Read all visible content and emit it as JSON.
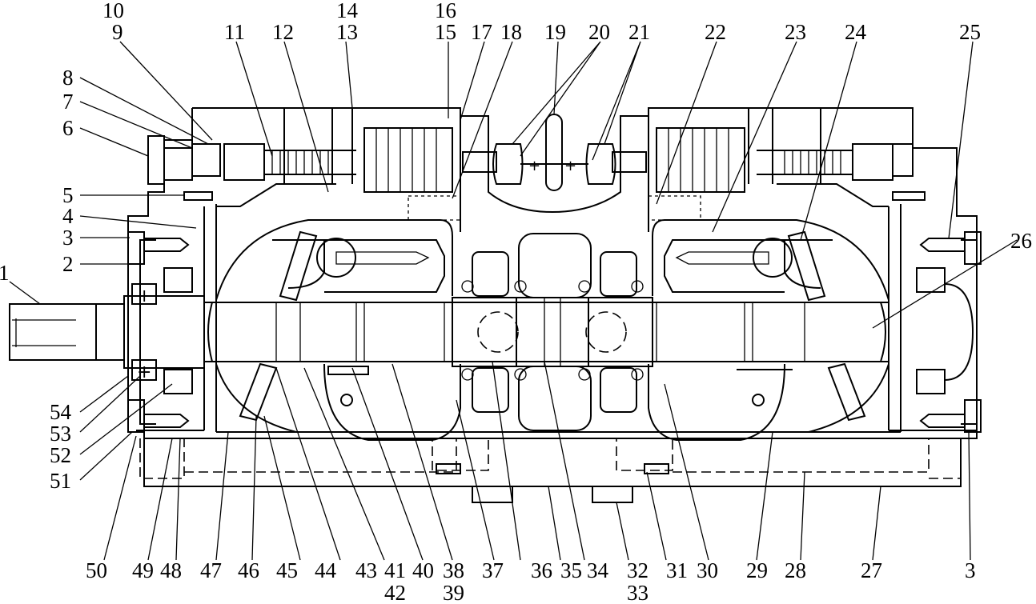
{
  "diagram": {
    "labels": {
      "l1": "1",
      "l2": "2",
      "l3": "3",
      "l3b": "3",
      "l4": "4",
      "l5": "5",
      "l6": "6",
      "l7": "7",
      "l8": "8",
      "l9": "9",
      "l10": "10",
      "l11": "11",
      "l12": "12",
      "l13": "13",
      "l14": "14",
      "l15": "15",
      "l16": "16",
      "l17": "17",
      "l18": "18",
      "l19": "19",
      "l20": "20",
      "l21": "21",
      "l22": "22",
      "l23": "23",
      "l24": "24",
      "l25": "25",
      "l26": "26",
      "l27": "27",
      "l28": "28",
      "l29": "29",
      "l30": "30",
      "l31": "31",
      "l32": "32",
      "l33": "33",
      "l34": "34",
      "l35": "35",
      "l36": "36",
      "l37": "37",
      "l38": "38",
      "l39": "39",
      "l40": "40",
      "l41": "41",
      "l42": "42",
      "l43": "43",
      "l44": "44",
      "l45": "45",
      "l46": "46",
      "l47": "47",
      "l48": "48",
      "l49": "49",
      "l50": "50",
      "l51": "51",
      "l52": "52",
      "l53": "53",
      "l54": "54"
    }
  }
}
